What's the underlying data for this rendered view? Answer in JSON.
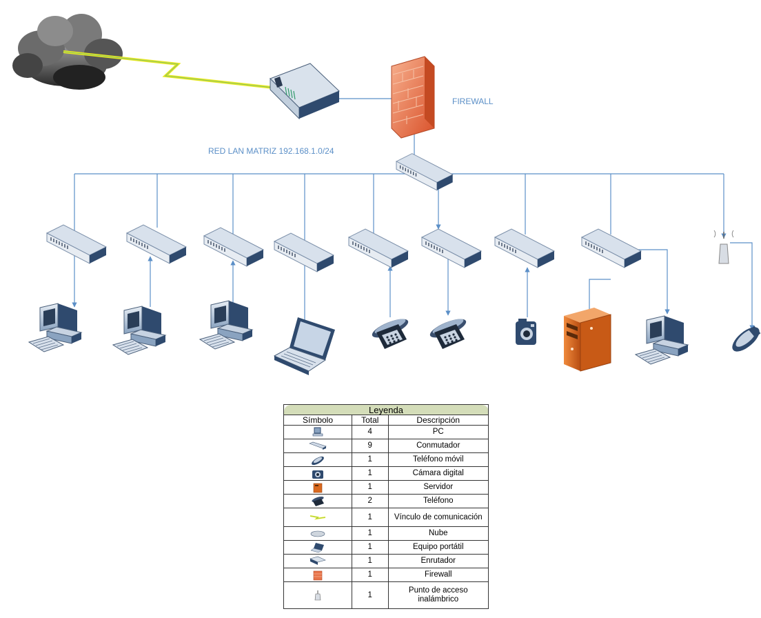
{
  "labels": {
    "firewall": "FIREWALL",
    "network": "RED LAN MATRIZ 192.168.1.0/24"
  },
  "legend": {
    "title": "Leyenda",
    "headers": [
      "Símbolo",
      "Total",
      "Descripción"
    ],
    "rows": [
      {
        "icon": "pc-icon",
        "total": "4",
        "desc": "PC"
      },
      {
        "icon": "switch-icon",
        "total": "9",
        "desc": "Conmutador"
      },
      {
        "icon": "mobile-phone-icon",
        "total": "1",
        "desc": "Teléfono móvil"
      },
      {
        "icon": "digital-camera-icon",
        "total": "1",
        "desc": "Cámara digital"
      },
      {
        "icon": "server-icon",
        "total": "1",
        "desc": "Servidor"
      },
      {
        "icon": "telephone-icon",
        "total": "2",
        "desc": "Teléfono"
      },
      {
        "icon": "communication-link-icon",
        "total": "1",
        "desc": "Vínculo de comunicación"
      },
      {
        "icon": "cloud-icon",
        "total": "1",
        "desc": "Nube"
      },
      {
        "icon": "laptop-icon",
        "total": "1",
        "desc": "Equipo portátil"
      },
      {
        "icon": "router-icon",
        "total": "1",
        "desc": "Enrutador"
      },
      {
        "icon": "firewall-icon",
        "total": "1",
        "desc": "Firewall"
      },
      {
        "icon": "wireless-access-point-icon",
        "total": "1",
        "desc": "Punto de acceso inalámbrico"
      }
    ]
  },
  "colors": {
    "line": "#5b8fc7",
    "switch_top": "#cfd9e6",
    "switch_side": "#3b5a80",
    "firewall": "#e8744a",
    "server": "#d9691f",
    "link": "#f2f21a",
    "legend_title_bg": "#d4ddb9"
  }
}
